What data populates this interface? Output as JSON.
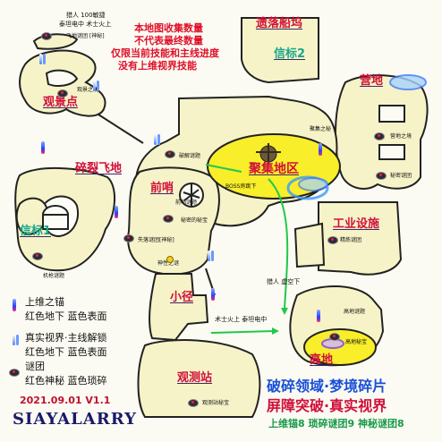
{
  "notes": {
    "line1": "本地图收集数量",
    "line2": "不代表最终数量",
    "line3": "仅限当前技能和主线进度",
    "line4": "没有上维视界技能"
  },
  "regions": {
    "lost_stronghold": "遗落船坞",
    "beacon2": "信标2",
    "camp": "营地",
    "observation_point": "观景点",
    "shattered_flight": "碎裂飞地",
    "beacon1": "信标1",
    "outpost": "前哨",
    "gathering_zone": "聚集地区",
    "industrial": "工业设施",
    "trail": "小径",
    "highland": "高地",
    "observatory": "观测站"
  },
  "labels": {
    "hunter_top": "猎人 100敏捷",
    "titan_top": "泰坦电中 术士火上",
    "flight_puzzle": "飞地谜团 [神秘]",
    "vantage": "观景之境",
    "riddle_gate": "破解谜题",
    "boss_under": "BOSS房跳下",
    "outpost_top": "前哨谜题",
    "mysterious_secret": "秘密的秘宝",
    "lost_riddle": "失落谜团[神秘]",
    "camp_riddle": "营地之境",
    "camp_secret": "秘密谜团",
    "gathering_secret": "聚集之秘",
    "observation_bottom": "观测站秘宝",
    "hunter_bottom": "猎人 虚空下",
    "warlock_bottom": "术士火上 泰坦电中",
    "industrial_puzzle": "精炼谜团",
    "beacon1_note": "机枪谜题",
    "trail_note": "神性之谜",
    "highland_a": "高地谜题",
    "highland_b": "高地秘宝"
  },
  "legend": {
    "anchor_title": "上维之锚",
    "anchor_desc": "红色地下 蓝色表面",
    "vision_title": "真实视界·主线解锁",
    "vision_desc": "红色地下 蓝色表面",
    "puzzle_title": "谜团",
    "puzzle_desc": "红色神秘 蓝色琐碎"
  },
  "footer": {
    "date": "2021.09.01 V1.1",
    "brand": "SIAYALARRY",
    "title_line1": "破碎领域·梦境碎片",
    "title_line2": "屏障突破·真实视界",
    "counts": "上维锚8 琐碎谜团9 神秘谜团8"
  },
  "colors": {
    "region_red": "#d0103a",
    "region_teal": "#1aa88c",
    "title_blue": "#1a4fd8",
    "title_green": "#1a9a4a",
    "highlight_yellow": "#f8ee2a",
    "path_green": "#22c84a"
  }
}
